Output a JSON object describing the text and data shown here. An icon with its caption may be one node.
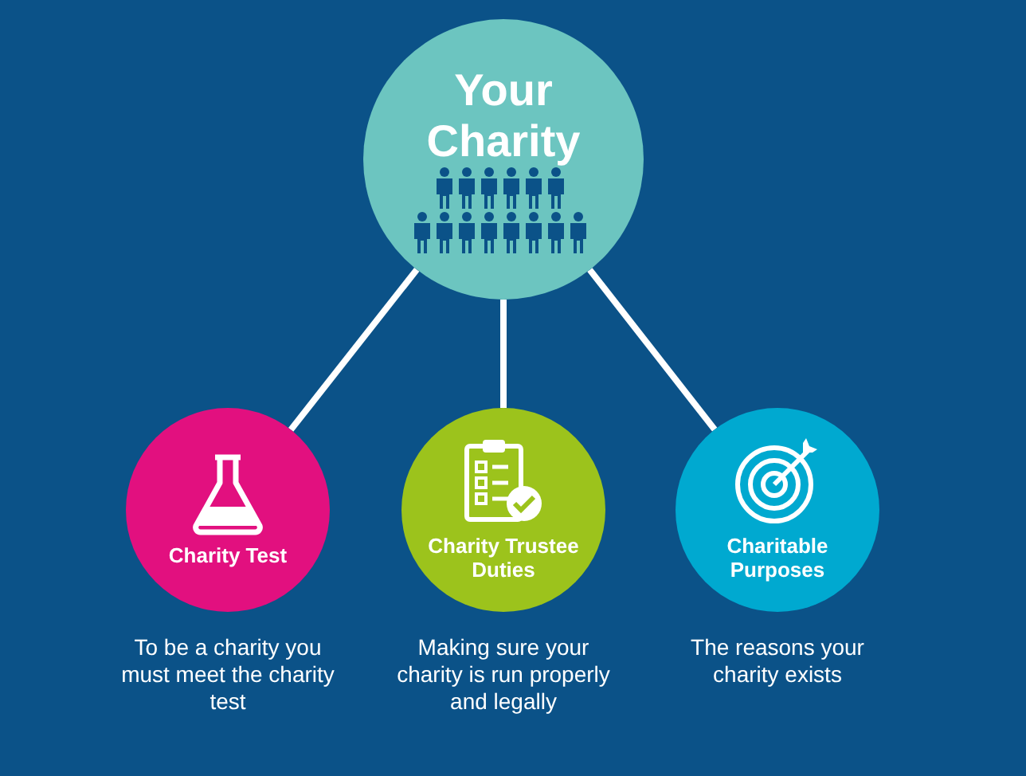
{
  "diagram": {
    "nodes": [
      {
        "text": [
          "Your Charity"
        ]
      },
      {
        "text": [
          "Charity Test"
        ],
        "beside": [
          "To be a charity you must meet the charity test"
        ]
      },
      {
        "text": [
          "Charity Trustee Duties"
        ],
        "beside": [
          "Making sure your charity is run properly and legally"
        ]
      },
      {
        "text": [
          "Charitable Purposes"
        ],
        "beside": [
          "The reasons your charity exists"
        ]
      }
    ],
    "edges": [
      {
        "from": 0,
        "to": 1,
        "arrow": "none"
      },
      {
        "from": 0,
        "to": 2,
        "arrow": "none"
      },
      {
        "from": 0,
        "to": 3,
        "arrow": "none"
      }
    ]
  }
}
